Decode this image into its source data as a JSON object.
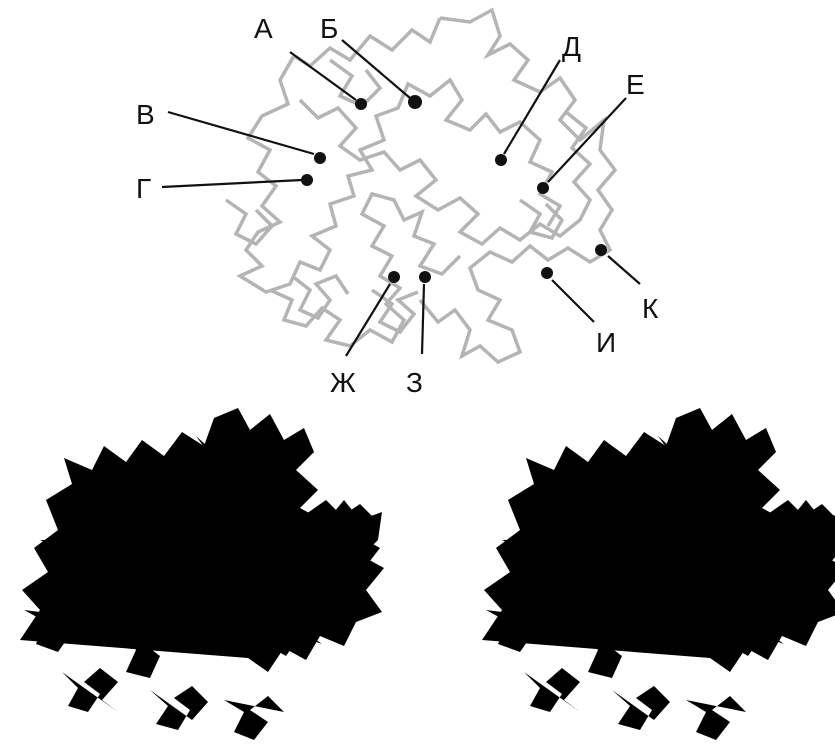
{
  "labels": {
    "A": "А",
    "B": "Б",
    "V": "В",
    "G": "Г",
    "D": "Д",
    "E": "Е",
    "ZH": "Ж",
    "Z": "З",
    "I": "И",
    "K": "К"
  },
  "colors": {
    "backbone_top": "#b4b4b4",
    "backbone_stereo": "#111111",
    "markers": "#111111"
  }
}
